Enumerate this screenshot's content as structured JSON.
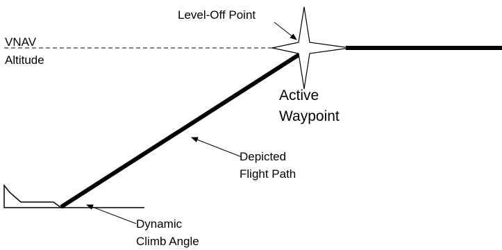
{
  "labels": {
    "level_off_point": "Level-Off Point",
    "vnav_altitude_line1": "VNAV",
    "vnav_altitude_line2": "Altitude",
    "active_waypoint_line1": "Active",
    "active_waypoint_line2": "Waypoint",
    "depicted_flight_path_line1": "Depicted",
    "depicted_flight_path_line2": "Flight Path",
    "dynamic_climb_angle_line1": "Dynamic",
    "dynamic_climb_angle_line2": "Climb Angle"
  },
  "colors": {
    "ink": "#000000",
    "background": "#ffffff"
  }
}
